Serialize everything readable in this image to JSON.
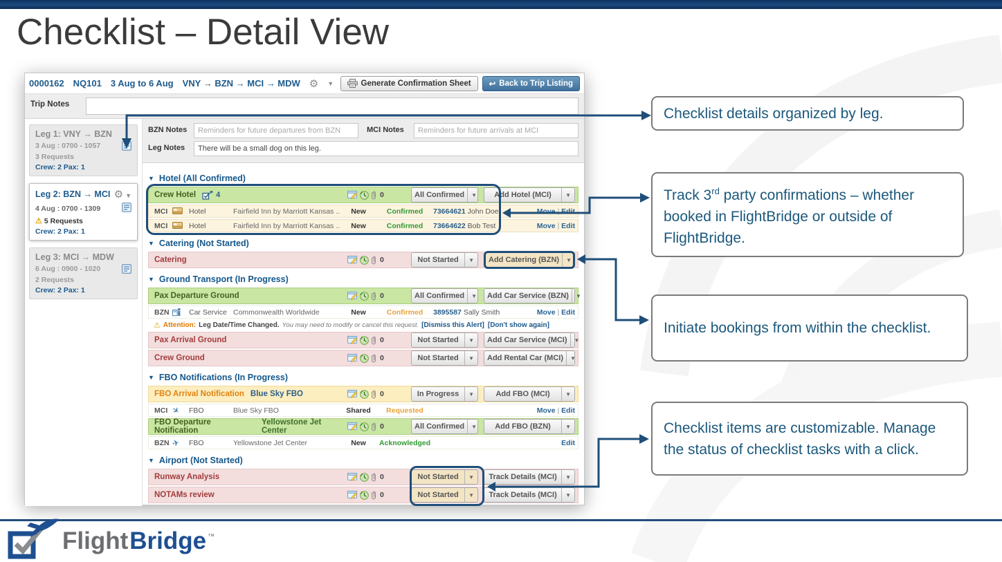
{
  "slide": {
    "title": "Checklist – Detail View"
  },
  "header": {
    "trip_id": "0000162",
    "flight": "NQ101",
    "dates": "3 Aug to 6 Aug",
    "route": "VNY → BZN → MCI → MDW",
    "generate_btn": "Generate Confirmation Sheet",
    "back_btn": "Back to Trip Listing"
  },
  "trip_notes_label": "Trip Notes",
  "legs": [
    {
      "title": "Leg 1: VNY → BZN",
      "date": "3 Aug : 0700 - 1057",
      "requests": "3 Requests",
      "crew": "Crew: 2 Pax: 1",
      "active": false,
      "warning": false
    },
    {
      "title": "Leg 2: BZN → MCI",
      "date": "4 Aug : 0700 - 1309",
      "requests": "5 Requests",
      "crew": "Crew: 2 Pax: 1",
      "active": true,
      "warning": true
    },
    {
      "title": "Leg 3: MCI → MDW",
      "date": "6 Aug : 0900 - 1020",
      "requests": "2 Requests",
      "crew": "Crew: 2 Pax: 1",
      "active": false,
      "warning": false
    }
  ],
  "notes": {
    "bzn_label": "BZN Notes",
    "bzn_placeholder": "Reminders for future departures from BZN",
    "mci_label": "MCI Notes",
    "mci_placeholder": "Reminders for future arrivals at MCI",
    "leg_label": "Leg Notes",
    "leg_value": "There will be a small dog on this leg."
  },
  "sections": [
    {
      "title": "Hotel (All Confirmed)",
      "rows": [
        {
          "kind": "task",
          "label": "Crew Hotel",
          "has_checkbox": true,
          "checkbox_count": "4",
          "color": "green",
          "attach_count": "0",
          "status": "All Confirmed",
          "action": "Add Hotel (MCI)"
        },
        {
          "kind": "detail",
          "code": "MCI",
          "icon": "bed-icon",
          "type": "Hotel",
          "vendor": "Fairfield Inn by Marriott Kansas ...",
          "state": "New",
          "status": "Confirmed",
          "status_color": "green",
          "conf_number": "73664621",
          "conf_name": "John Doe",
          "links": [
            "Move",
            "Edit"
          ],
          "bg": "beige"
        },
        {
          "kind": "detail",
          "code": "MCI",
          "icon": "bed-icon",
          "type": "Hotel",
          "vendor": "Fairfield Inn by Marriott Kansas ...",
          "state": "New",
          "status": "Confirmed",
          "status_color": "green",
          "conf_number": "73664622",
          "conf_name": "Bob Test",
          "links": [
            "Move",
            "Edit"
          ],
          "bg": "beige"
        }
      ]
    },
    {
      "title": "Catering (Not Started)",
      "rows": [
        {
          "kind": "task",
          "label": "Catering",
          "color": "pink",
          "attach_count": "0",
          "status": "Not Started",
          "action": "Add Catering (BZN)",
          "action_highlight": true
        }
      ]
    },
    {
      "title": "Ground Transport (In Progress)",
      "rows": [
        {
          "kind": "task",
          "label": "Pax Departure Ground",
          "color": "green",
          "attach_count": "0",
          "status": "All Confirmed",
          "action": "Add Car Service (BZN)"
        },
        {
          "kind": "detail",
          "code": "BZN",
          "icon": "car-icon",
          "type": "Car Service",
          "vendor": "Commonwealth Worldwide",
          "state": "New",
          "status": "Confirmed",
          "status_color": "orange",
          "conf_number": "3895587",
          "conf_name": "Sally Smith",
          "links": [
            "Move",
            "Edit"
          ],
          "bg": "white"
        },
        {
          "kind": "alert",
          "prefix": "Attention:",
          "message": "Leg Date/Time Changed.",
          "note": "You may need to modify or cancel this request.",
          "links": [
            "[Dismiss this Alert]",
            "[Don't show again]"
          ]
        },
        {
          "kind": "task",
          "label": "Pax Arrival Ground",
          "color": "pink",
          "attach_count": "0",
          "status": "Not Started",
          "action": "Add Car Service (MCI)"
        },
        {
          "kind": "task",
          "label": "Crew Ground",
          "color": "pink",
          "attach_count": "0",
          "status": "Not Started",
          "action": "Add Rental Car (MCI)"
        }
      ]
    },
    {
      "title": "FBO Notifications (In Progress)",
      "rows": [
        {
          "kind": "task",
          "label": "FBO Arrival Notification",
          "label2": "Blue Sky FBO",
          "color": "yellow",
          "attach_count": "0",
          "status": "In Progress",
          "action": "Add FBO (MCI)"
        },
        {
          "kind": "detail",
          "code": "MCI",
          "icon": "plane-arrival-icon",
          "type": "FBO",
          "vendor": "Blue Sky FBO",
          "state": "Shared",
          "status": "Requested",
          "status_color": "orange",
          "conf_number": "",
          "conf_name": "",
          "links": [
            "Move",
            "Edit"
          ],
          "bg": "white"
        },
        {
          "kind": "task",
          "label": "FBO Departure Notification",
          "label2": "Yellowstone Jet Center",
          "color": "green",
          "attach_count": "0",
          "status": "All Confirmed",
          "action": "Add FBO (BZN)"
        },
        {
          "kind": "detail",
          "code": "BZN",
          "icon": "plane-departure-icon",
          "type": "FBO",
          "vendor": "Yellowstone Jet Center",
          "state": "New",
          "status": "Acknowledged",
          "status_color": "green",
          "conf_number": "",
          "conf_name": "",
          "links": [
            "Edit"
          ],
          "bg": "white"
        }
      ]
    },
    {
      "title": "Airport (Not Started)",
      "rows": [
        {
          "kind": "task",
          "label": "Runway Analysis",
          "color": "pink",
          "attach_count": "0",
          "status": "Not Started",
          "action": "Track Details (MCI)",
          "status_highlight": true
        },
        {
          "kind": "task",
          "label": "NOTAMs review",
          "color": "pink",
          "attach_count": "0",
          "status": "Not Started",
          "action": "Track Details (MCI)",
          "status_highlight": true
        }
      ]
    }
  ],
  "callouts": {
    "c1": "Checklist details organized by leg.",
    "c2_pre": "Track 3",
    "c2_sup": "rd",
    "c2_post": " party confirmations – whether booked in FlightBridge or outside of FlightBridge.",
    "c3": "Initiate bookings from within the checklist.",
    "c4": "Checklist items are customizable. Manage the status of checklist tasks with a click."
  },
  "logo": {
    "flight": "Flight",
    "bridge": "Bridge",
    "tm": "™"
  },
  "colors": {
    "accent_navy": "#1F4E79",
    "link_blue": "#2a6496",
    "status_green": "#339933",
    "status_orange": "#e8a33d",
    "callout_text": "#1B587C"
  }
}
